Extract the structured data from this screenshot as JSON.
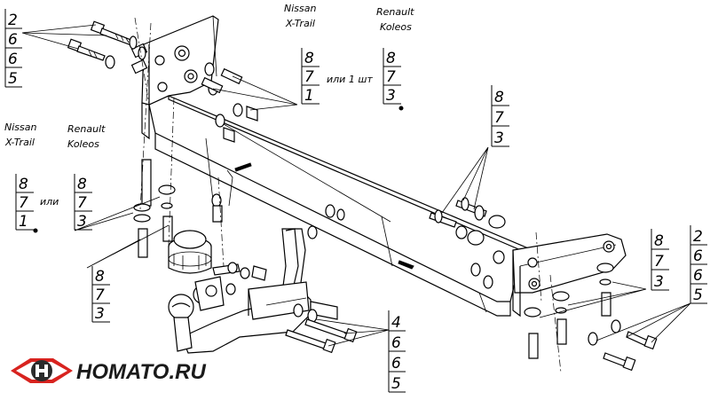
{
  "vehicles": {
    "top": {
      "nissan": [
        "Nissan",
        "X-Trail"
      ],
      "renault": [
        "Renault",
        "Koleos"
      ]
    },
    "left": {
      "nissan": [
        "Nissan",
        "X-Trail"
      ],
      "renault": [
        "Renault",
        "Koleos"
      ]
    }
  },
  "alt_word": "или",
  "alt_one_piece": "или 1 шт",
  "callouts": {
    "top_left_bolts": [
      "2",
      "6",
      "6",
      "5"
    ],
    "top_center": [
      "8",
      "7",
      "1"
    ],
    "top_center_alt": [
      "8",
      "7",
      "3"
    ],
    "left_mid_nissan": [
      "8",
      "7",
      "1"
    ],
    "left_mid_renault": [
      "8",
      "7",
      "3"
    ],
    "left_low": [
      "8",
      "7",
      "3"
    ],
    "right_upper": [
      "8",
      "7",
      "3"
    ],
    "right_mid": [
      "8",
      "7",
      "3"
    ],
    "right_bolts": [
      "2",
      "6",
      "6",
      "5"
    ],
    "bottom_center": [
      "4",
      "6",
      "6",
      "5"
    ]
  },
  "brand": {
    "name": "HOMATO.RU",
    "logo": "homato-logo",
    "colors": {
      "red": "#d8231f",
      "dark": "#2b2b2b"
    }
  }
}
